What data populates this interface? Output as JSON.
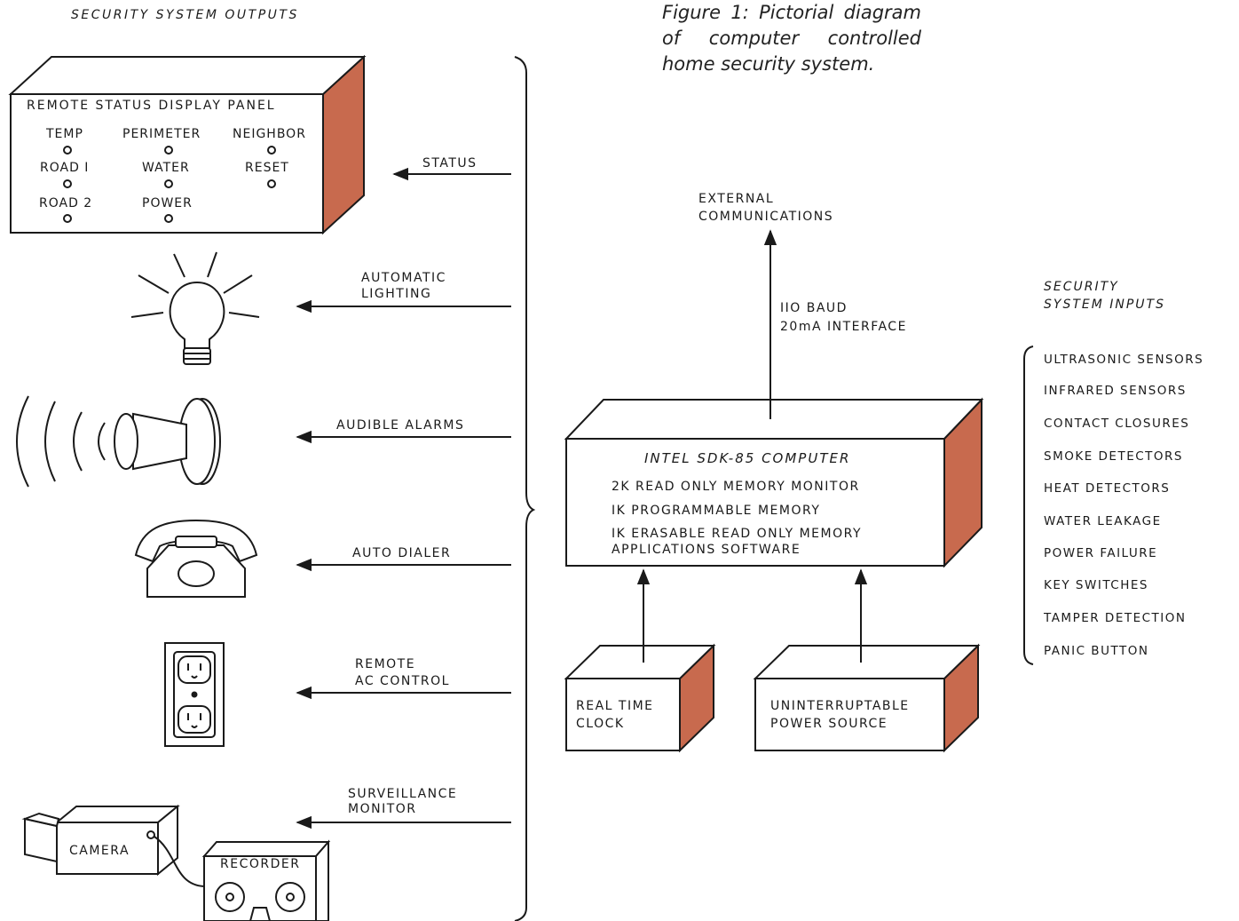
{
  "outputs_title": "SECURITY SYSTEM OUTPUTS",
  "caption": [
    "Figure 1: Pictorial diagram",
    "of computer controlled",
    "home security system."
  ],
  "panel": {
    "title": "REMOTE STATUS DISPLAY PANEL",
    "indicators": [
      "TEMP",
      "PERIMETER",
      "NEIGHBOR",
      "ROAD I",
      "WATER",
      "RESET",
      "ROAD 2",
      "POWER"
    ]
  },
  "output_signals": {
    "status": "STATUS",
    "lighting": [
      "AUTOMATIC",
      "LIGHTING"
    ],
    "alarms": "AUDIBLE ALARMS",
    "dialer": "AUTO DIALER",
    "ac": [
      "REMOTE",
      "AC CONTROL"
    ],
    "surveillance": [
      "SURVEILLANCE",
      "MONITOR"
    ]
  },
  "camera_label": "CAMERA",
  "recorder_label": "RECORDER",
  "external": [
    "EXTERNAL",
    "COMMUNICATIONS"
  ],
  "interface": [
    "IIO BAUD",
    "20mA INTERFACE"
  ],
  "computer": {
    "title": "INTEL SDK-85 COMPUTER",
    "lines": [
      "2K READ ONLY MEMORY MONITOR",
      "IK PROGRAMMABLE MEMORY",
      "IK ERASABLE READ ONLY MEMORY",
      "APPLICATIONS SOFTWARE"
    ]
  },
  "clock": [
    "REAL TIME",
    "CLOCK"
  ],
  "power": [
    "UNINTERRUPTABLE",
    "POWER SOURCE"
  ],
  "inputs_title": [
    "SECURITY",
    "SYSTEM INPUTS"
  ],
  "inputs": [
    "ULTRASONIC SENSORS",
    "INFRARED SENSORS",
    "CONTACT CLOSURES",
    "SMOKE DETECTORS",
    "HEAT DETECTORS",
    "WATER LEAKAGE",
    "POWER FAILURE",
    "KEY SWITCHES",
    "TAMPER DETECTION",
    "PANIC BUTTON"
  ],
  "colors": {
    "side_face": "#c86a4e",
    "line": "#1a1a1a"
  }
}
